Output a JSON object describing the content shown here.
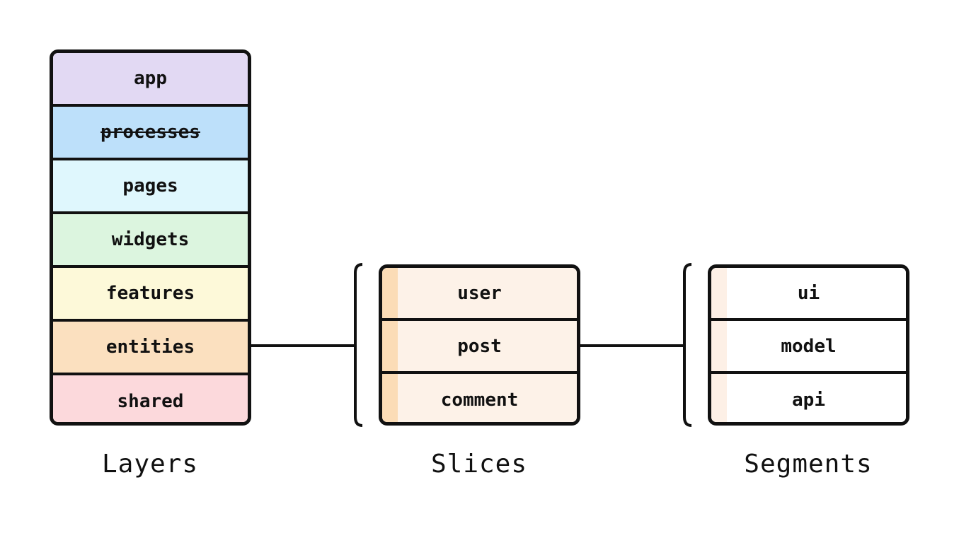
{
  "layers": {
    "caption": "Layers",
    "items": [
      {
        "label": "app",
        "color": "#e2d9f3",
        "deprecated": false
      },
      {
        "label": "processes",
        "color": "#bde0fa",
        "deprecated": true
      },
      {
        "label": "pages",
        "color": "#dff7fd",
        "deprecated": false
      },
      {
        "label": "widgets",
        "color": "#dcf5df",
        "deprecated": false
      },
      {
        "label": "features",
        "color": "#fdf9d9",
        "deprecated": false
      },
      {
        "label": "entities",
        "color": "#fbe0bf",
        "deprecated": false
      },
      {
        "label": "shared",
        "color": "#fcd9dc",
        "deprecated": false
      }
    ]
  },
  "slices": {
    "caption": "Slices",
    "items": [
      "user",
      "post",
      "comment"
    ],
    "accent_color": "#fbdcb6",
    "fill_color": "#fdf2e8"
  },
  "segments": {
    "caption": "Segments",
    "items": [
      "ui",
      "model",
      "api"
    ],
    "accent_color": "#fdf0e6"
  }
}
